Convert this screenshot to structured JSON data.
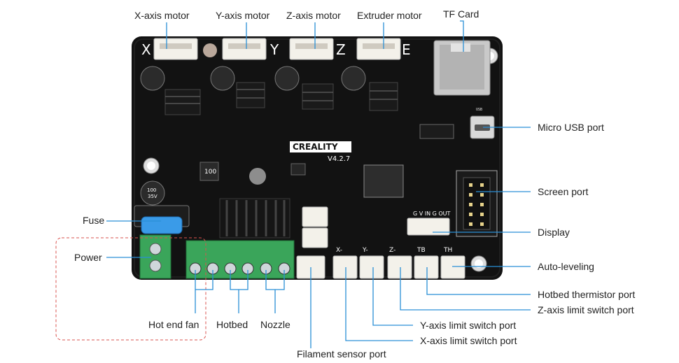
{
  "board": {
    "brand": "CREALITY",
    "version": "V4.2.7",
    "axis_marks": [
      "X",
      "Y",
      "Z",
      "E"
    ],
    "fuse_rating": "100",
    "cap_value_1": "100",
    "cap_value_2": "35V",
    "limit_marks": [
      "X-",
      "Y-",
      "Z-",
      "TB",
      "TH"
    ],
    "display_pins": "G V IN G OUT",
    "usb_mark": "USB"
  },
  "labels": {
    "x_axis_motor": "X-axis motor",
    "y_axis_motor": "Y-axis motor",
    "z_axis_motor": "Z-axis motor",
    "extruder_motor": "Extruder motor",
    "tf_card": "TF Card",
    "micro_usb_port": "Micro USB port",
    "screen_port": "Screen port",
    "display": "Display",
    "auto_leveling": "Auto-leveling",
    "hotbed_thermistor_port": "Hotbed thermistor port",
    "z_axis_limit_switch_port": "Z-axis limit switch port",
    "y_axis_limit_switch_port": "Y-axis limit switch port",
    "x_axis_limit_switch_port": "X-axis limit switch port",
    "filament_sensor_port": "Filament sensor port",
    "fuse": "Fuse",
    "power": "Power",
    "hot_end_fan": "Hot end fan",
    "hotbed": "Hotbed",
    "nozzle": "Nozzle"
  },
  "colors": {
    "callout_line": "#2a8fd6",
    "board": "#121212",
    "terminal_green": "#3aa55a",
    "fuse_blue": "#3a9be8",
    "power_box_outline": "#d9534f"
  }
}
